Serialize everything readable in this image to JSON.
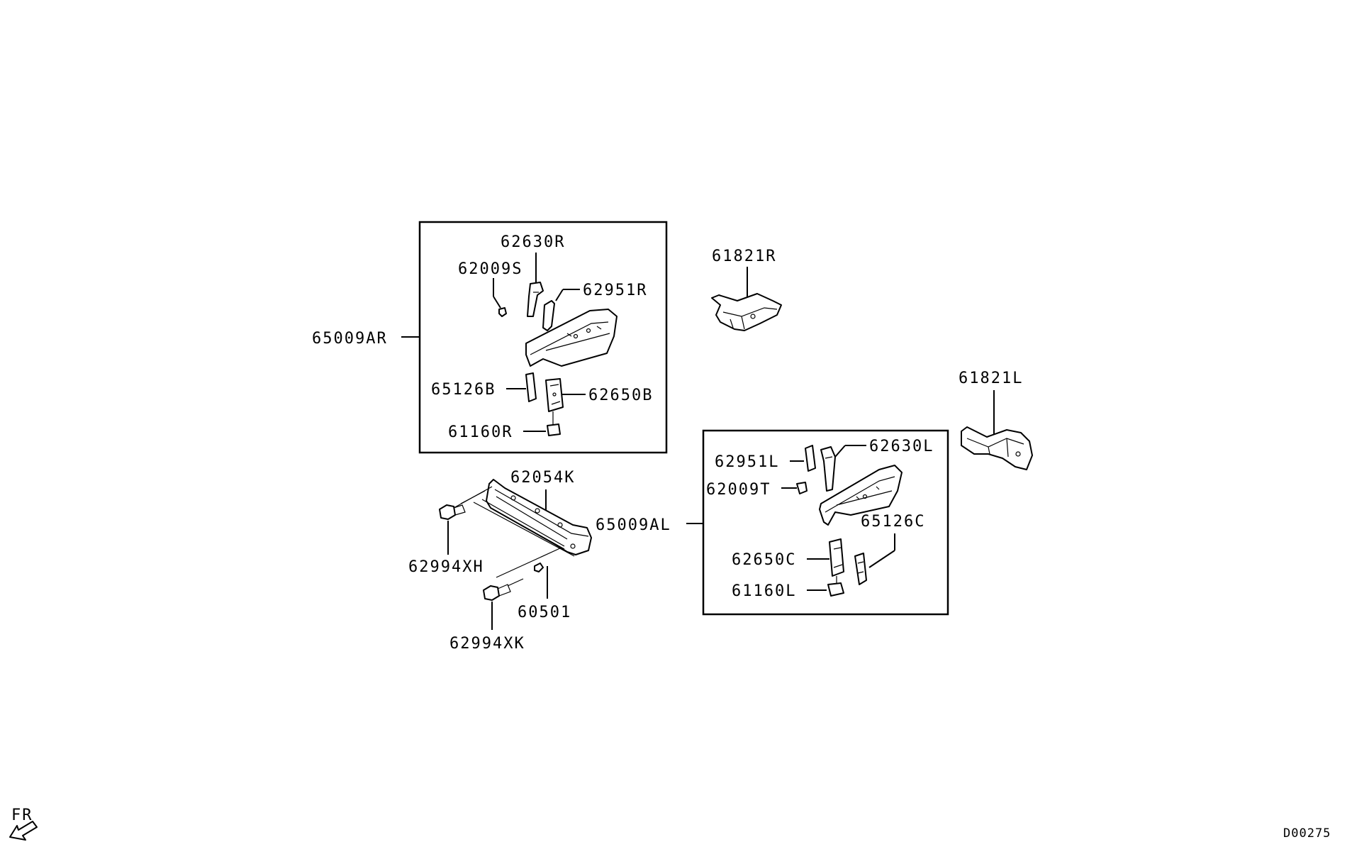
{
  "diagram": {
    "groups": {
      "right_box": {
        "label": "65009AR"
      },
      "left_box": {
        "label": "65009AL"
      }
    },
    "labels": {
      "p62630R": "62630R",
      "p62009S": "62009S",
      "p62951R": "62951R",
      "p65126B": "65126B",
      "p62650B": "62650B",
      "p61160R": "61160R",
      "p61821R": "61821R",
      "p61821L": "61821L",
      "p62951L": "62951L",
      "p62630L": "62630L",
      "p62009T": "62009T",
      "p65126C": "65126C",
      "p62650C": "62650C",
      "p61160L": "61160L",
      "p62054K": "62054K",
      "p62994XH": "62994XH",
      "p60501": "60501",
      "p62994XK": "62994XK"
    },
    "direction_label": "FR",
    "diagram_code": "D00275"
  }
}
